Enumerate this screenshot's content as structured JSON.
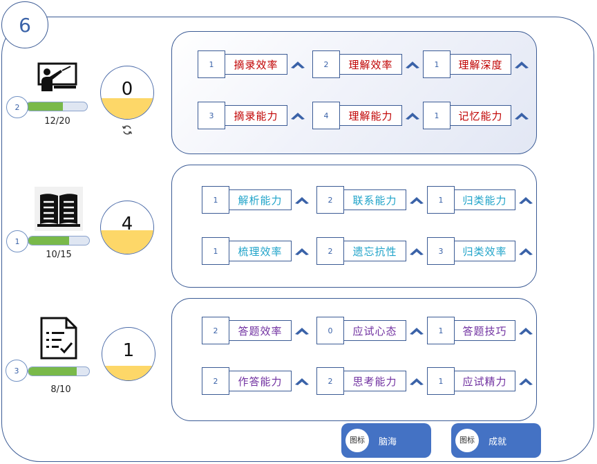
{
  "level": "6",
  "rows": [
    {
      "icon": "teacher-board-icon",
      "rank": "2",
      "progress": "12/20",
      "progress_fraction": 0.6,
      "score": "0",
      "fill_fraction": 0.4,
      "label_color": "#c00000",
      "items": [
        {
          "num": "1",
          "label": "摘录效率"
        },
        {
          "num": "2",
          "label": "理解效率"
        },
        {
          "num": "1",
          "label": "理解深度"
        },
        {
          "num": "3",
          "label": "摘录能力"
        },
        {
          "num": "4",
          "label": "理解能力"
        },
        {
          "num": "1",
          "label": "记忆能力"
        }
      ]
    },
    {
      "icon": "open-book-icon",
      "rank": "1",
      "progress": "10/15",
      "progress_fraction": 0.667,
      "score": "4",
      "fill_fraction": 0.45,
      "label_color": "#1fa3c9",
      "items": [
        {
          "num": "1",
          "label": "解析能力"
        },
        {
          "num": "2",
          "label": "联系能力"
        },
        {
          "num": "1",
          "label": "归类能力"
        },
        {
          "num": "1",
          "label": "梳理效率"
        },
        {
          "num": "2",
          "label": "遗忘抗性"
        },
        {
          "num": "3",
          "label": "归类效率"
        }
      ]
    },
    {
      "icon": "checklist-document-icon",
      "rank": "3",
      "progress": "8/10",
      "progress_fraction": 0.8,
      "score": "1",
      "fill_fraction": 0.28,
      "label_color": "#7030a0",
      "items": [
        {
          "num": "2",
          "label": "答题效率"
        },
        {
          "num": "0",
          "label": "应试心态"
        },
        {
          "num": "1",
          "label": "答题技巧"
        },
        {
          "num": "2",
          "label": "作答能力"
        },
        {
          "num": "2",
          "label": "思考能力"
        },
        {
          "num": "1",
          "label": "应试精力"
        }
      ]
    }
  ],
  "bottom_tabs": [
    {
      "icon_text": "图标",
      "label": "脑海"
    },
    {
      "icon_text": "图标",
      "label": "成就"
    }
  ],
  "colors": {
    "accent": "#4472c4",
    "progress": "#79b94a",
    "liquid": "#fdd768"
  }
}
